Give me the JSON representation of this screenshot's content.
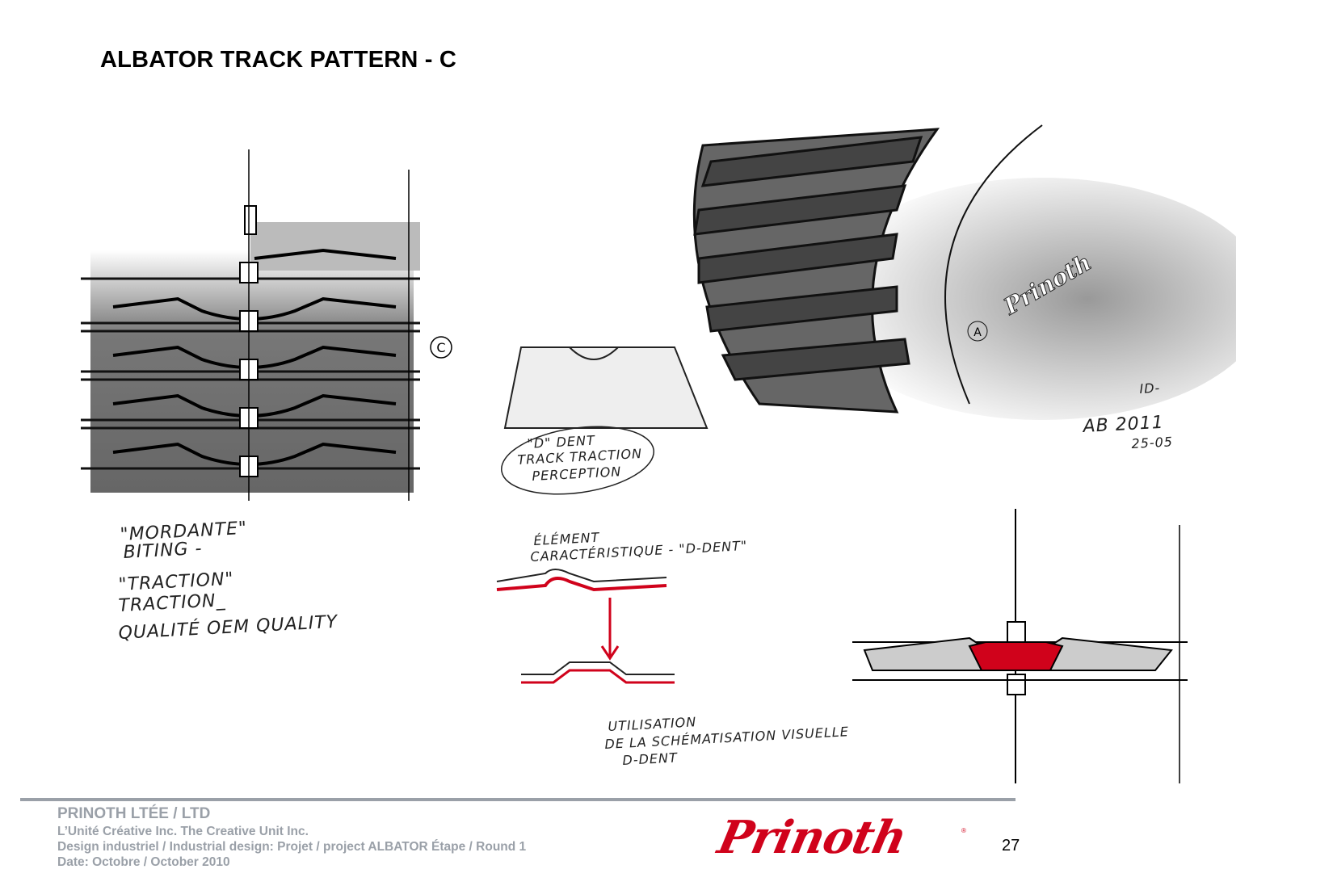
{
  "title": "ALBATOR TRACK PATTERN - C",
  "annotations": {
    "left": [
      "\"MORDANTE\"",
      "BITING -",
      "\"TRACTION\"",
      "TRACTION_",
      "QUALITÉ  OEM QUALITY"
    ],
    "circle_label": "C",
    "bubble": [
      "\"D\" DENT",
      "TRACK TRACTION",
      "PERCEPTION"
    ],
    "element": [
      "ÉLÉMENT",
      "CARACTÉRISTIQUE - \"D-DENT\""
    ],
    "usage": [
      "UTILISATION",
      "DE LA SCHÉMATISATION VISUELLE",
      "D-DENT"
    ],
    "signature": [
      "AB 2011",
      "25-05"
    ],
    "id_mark": "ID-",
    "drum_mark": "A"
  },
  "colors": {
    "accent": "#d0021b",
    "footer_gray": "#9aa0a8"
  },
  "footer": {
    "company": "PRINOTH LTÉE / LTD",
    "line1": "L’Unité Créative Inc. The Creative Unit Inc.",
    "line2": "Design industriel / Industrial design: Projet / project ALBATOR Étape / Round 1",
    "line3": "Date: Octobre / October 2010",
    "logo": "Prinoth",
    "page_number": "27"
  }
}
